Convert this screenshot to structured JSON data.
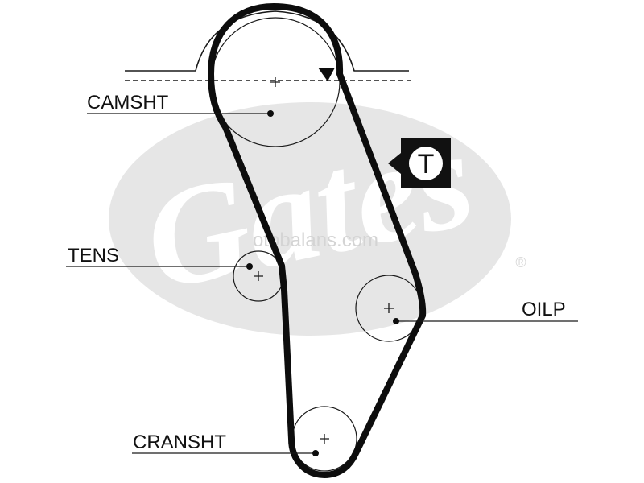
{
  "labels": {
    "camshaft": "CAMSHT",
    "tensioner": "TENS",
    "oil_pump": "OILP",
    "crankshaft": "CRANSHT"
  },
  "tension_marker": {
    "letter": "T",
    "icon": "tension-check-icon"
  },
  "watermark": {
    "logo_text": "Gates",
    "site_text": "otobalans.com",
    "registered_mark": "®"
  },
  "colors": {
    "belt": "#0d0d0d",
    "line": "#1a1a1a",
    "watermark": "#e6e6e6",
    "watermark_text": "#d4d4d4",
    "marker_bg": "#111111",
    "marker_fg": "#ffffff"
  }
}
